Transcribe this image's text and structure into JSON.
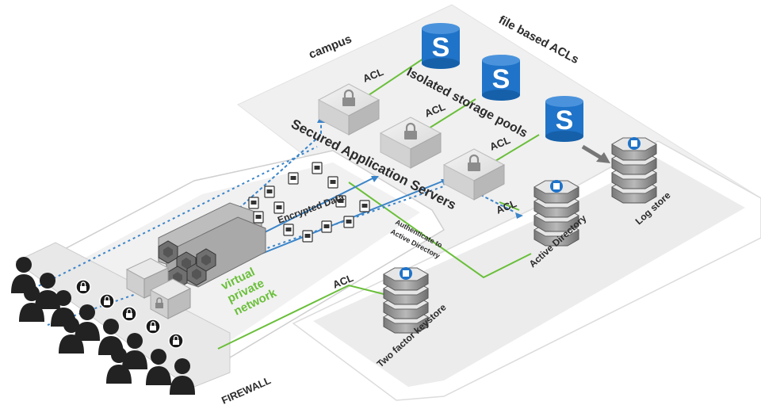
{
  "labels": {
    "campus": "campus",
    "file_based_acls": "file based ACLs",
    "isolated_storage_pools": "Isolated storage pools",
    "secured_application_servers": "Secured Application Servers",
    "encrypted_data": "Encrypted Data",
    "authenticate_line1": "Authenticate to",
    "authenticate_line2": "Active Directory",
    "vpn_line1": "virtual",
    "vpn_line2": "private",
    "vpn_line3": "network",
    "active_directory": "Active Directory",
    "log_store": "Log store",
    "two_factor_keystore": "Two factor keystore",
    "firewall": "FIREWALL",
    "acl": "ACL",
    "storage_letter": "S"
  },
  "colors": {
    "platform": "#f0f0f0",
    "platform_edge": "#d6d6d6",
    "green_line": "#6abf3a",
    "blue_line": "#3a84c9",
    "storage_blue": "#1f73c8",
    "db_gray": "#8a8a8a",
    "db_light": "#cfcfcf",
    "user_black": "#202020"
  },
  "icons": {
    "storage": "storage-s-icon",
    "server": "lock-server-icon",
    "database": "database-stack-icon",
    "user": "user-icon",
    "lock": "lock-icon",
    "file": "file-icon",
    "vpn": "vpn-cluster-icon"
  }
}
